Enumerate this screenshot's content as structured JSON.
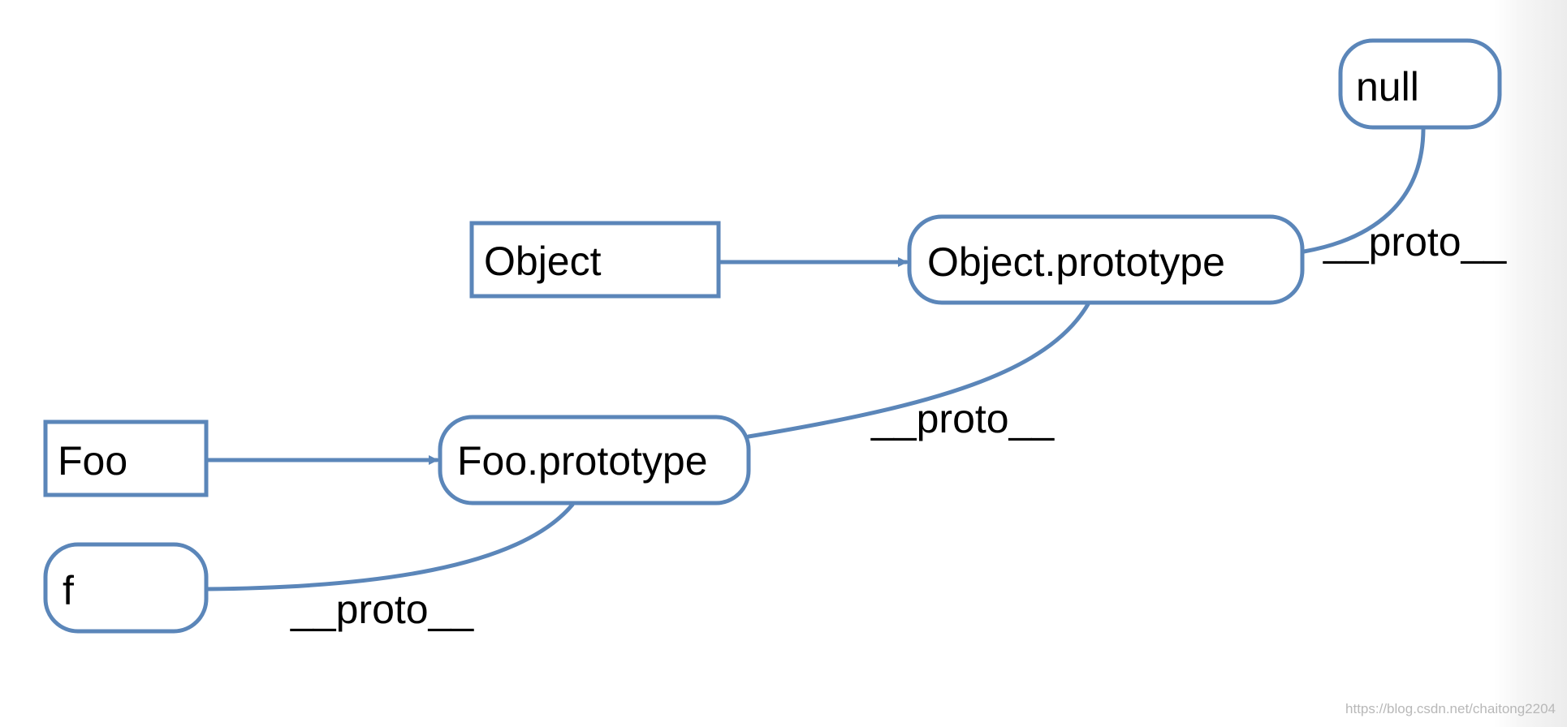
{
  "diagram": {
    "nodes": {
      "object": {
        "label": "Object",
        "shape": "rectangle"
      },
      "object_prototype": {
        "label": "Object.prototype",
        "shape": "rounded"
      },
      "null": {
        "label": "null",
        "shape": "rounded"
      },
      "foo": {
        "label": "Foo",
        "shape": "rectangle"
      },
      "foo_prototype": {
        "label": "Foo.prototype",
        "shape": "rounded"
      },
      "f": {
        "label": "f",
        "shape": "rounded"
      }
    },
    "edges": [
      {
        "from": "Object",
        "to": "Object.prototype",
        "type": "arrow",
        "label": ""
      },
      {
        "from": "Foo",
        "to": "Foo.prototype",
        "type": "arrow",
        "label": ""
      },
      {
        "from": "f",
        "to": "Foo.prototype",
        "type": "curve",
        "label": "__proto__"
      },
      {
        "from": "Foo.prototype",
        "to": "Object.prototype",
        "type": "curve",
        "label": "__proto__"
      },
      {
        "from": "Object.prototype",
        "to": "null",
        "type": "curve",
        "label": "__proto__"
      }
    ],
    "colors": {
      "stroke": "#5b86b9",
      "text": "#000000",
      "background": "#ffffff"
    }
  },
  "watermark": "https://blog.csdn.net/chaitong2204"
}
